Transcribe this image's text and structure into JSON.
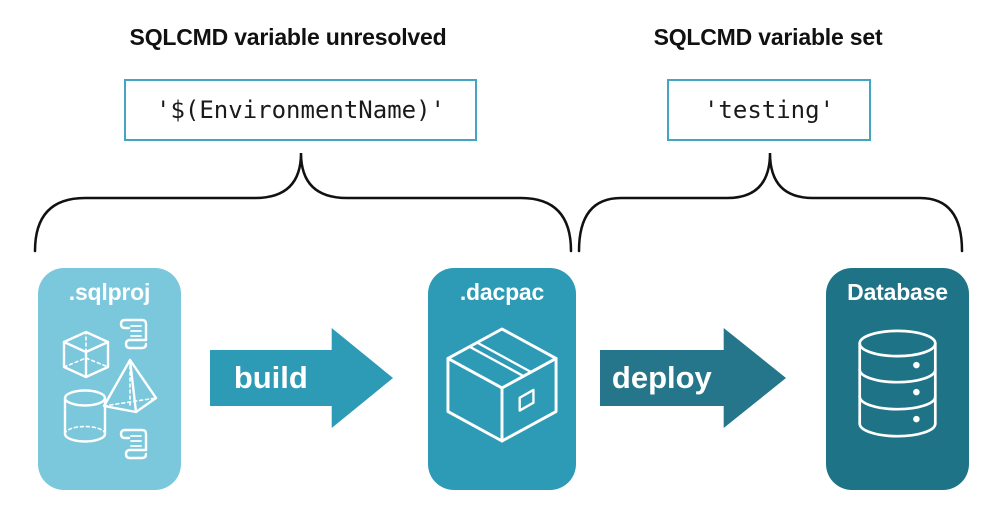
{
  "annotations": {
    "left": {
      "heading": "SQLCMD variable unresolved",
      "code": "'$(EnvironmentName)'"
    },
    "right": {
      "heading": "SQLCMD variable set",
      "code": "'testing'"
    }
  },
  "pipeline": {
    "nodes": [
      {
        "label": ".sqlproj",
        "color": "#7bc7dc",
        "icons": [
          "scroll-icon",
          "cube-icon",
          "pyramid-icon",
          "cylinder-icon",
          "scroll-icon"
        ]
      },
      {
        "label": ".dacpac",
        "color": "#2d9ab6",
        "icons": [
          "package-box-icon"
        ]
      },
      {
        "label": "Database",
        "color": "#1f7386",
        "icons": [
          "database-cylinder-icon"
        ]
      }
    ],
    "arrows": [
      {
        "label": "build",
        "color": "#2d9ab6"
      },
      {
        "label": "deploy",
        "color": "#25758b"
      }
    ]
  },
  "colors": {
    "background": "#ffffff",
    "heading_text": "#111111",
    "code_text": "#1a1a1a",
    "code_box_border": "#44a5c2",
    "code_box_background": "#ffffff",
    "brace_stroke": "#111111",
    "node_label_text": "#ffffff",
    "node_icon_stroke": "#ffffff",
    "arrow_label_text": "#ffffff"
  }
}
